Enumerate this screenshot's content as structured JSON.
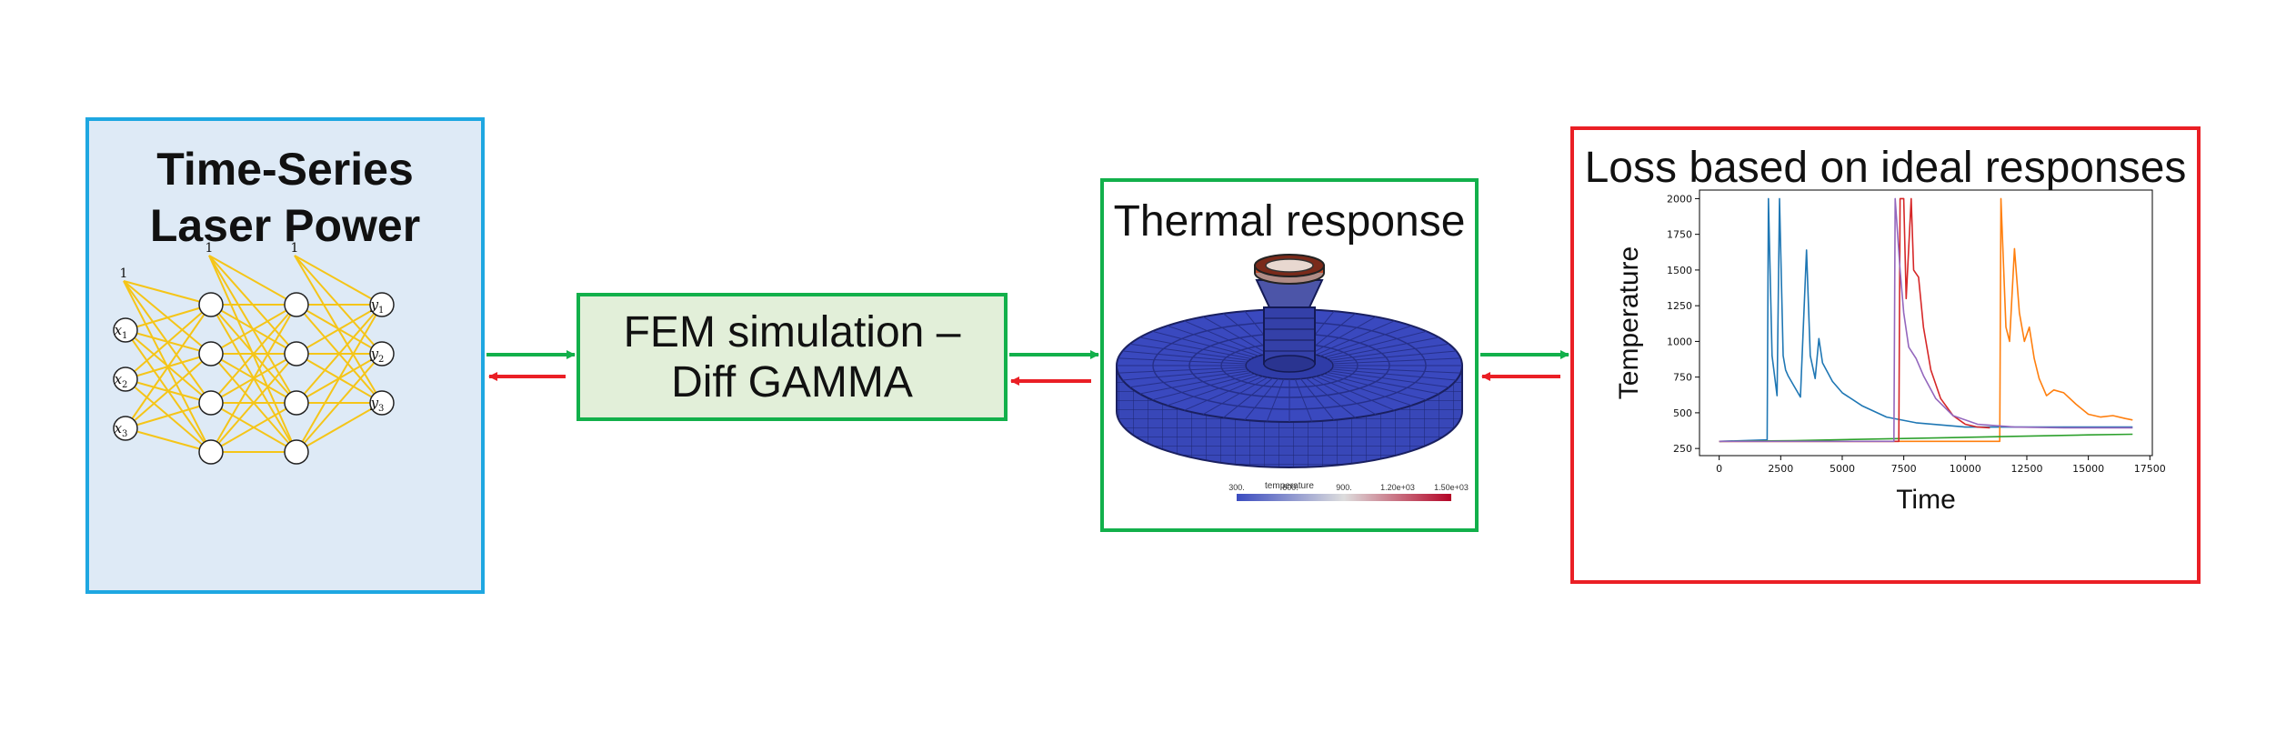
{
  "nn_panel": {
    "title_line1": "Time-Series",
    "title_line2": "Laser Power",
    "bias_label": "1",
    "inputs": [
      "x1",
      "x2",
      "x3"
    ],
    "outputs": [
      "y1",
      "y2",
      "y3"
    ],
    "layers": [
      3,
      4,
      4,
      3
    ],
    "edge_color": "#f5c518"
  },
  "fem_panel": {
    "label": "FEM simulation – Diff GAMMA"
  },
  "thermal_panel": {
    "title": "Thermal response",
    "colorbar_title": "temperature",
    "colorbar_ticks": [
      "300.",
      "600.",
      "900.",
      "1.20e+03",
      "1.50e+03"
    ]
  },
  "loss_panel": {
    "title": "Loss based on ideal responses"
  },
  "arrows": {
    "forward_color": "#12b04b",
    "backward_color": "#ea1f25"
  },
  "chart_data": {
    "type": "line",
    "xlabel": "Time",
    "ylabel": "Temperature",
    "xlim": [
      -800,
      17600
    ],
    "ylim": [
      200,
      2060
    ],
    "xticks": [
      0,
      2500,
      5000,
      7500,
      10000,
      12500,
      15000,
      17500
    ],
    "yticks": [
      250,
      500,
      750,
      1000,
      1250,
      1500,
      1750,
      2000
    ],
    "series": [
      {
        "color": "#1f77b4",
        "points": [
          [
            0,
            300
          ],
          [
            1950,
            310
          ],
          [
            2000,
            2000
          ],
          [
            2150,
            900
          ],
          [
            2350,
            620
          ],
          [
            2450,
            2000
          ],
          [
            2600,
            900
          ],
          [
            2700,
            800
          ],
          [
            2800,
            760
          ],
          [
            3000,
            700
          ],
          [
            3300,
            610
          ],
          [
            3550,
            1640
          ],
          [
            3700,
            900
          ],
          [
            3900,
            740
          ],
          [
            4050,
            1020
          ],
          [
            4200,
            850
          ],
          [
            4600,
            720
          ],
          [
            5000,
            640
          ],
          [
            5800,
            550
          ],
          [
            6800,
            470
          ],
          [
            8000,
            430
          ],
          [
            10000,
            400
          ],
          [
            12000,
            400
          ],
          [
            14000,
            400
          ],
          [
            16800,
            400
          ]
        ]
      },
      {
        "color": "#ff7f0e",
        "points": [
          [
            0,
            300
          ],
          [
            11400,
            300
          ],
          [
            11450,
            2000
          ],
          [
            11650,
            1100
          ],
          [
            11800,
            1000
          ],
          [
            12000,
            1650
          ],
          [
            12200,
            1200
          ],
          [
            12400,
            1000
          ],
          [
            12600,
            1100
          ],
          [
            12800,
            880
          ],
          [
            13000,
            740
          ],
          [
            13300,
            620
          ],
          [
            13600,
            660
          ],
          [
            14000,
            640
          ],
          [
            14500,
            560
          ],
          [
            15000,
            490
          ],
          [
            15500,
            470
          ],
          [
            16000,
            480
          ],
          [
            16500,
            460
          ],
          [
            16800,
            450
          ]
        ]
      },
      {
        "color": "#2ca02c",
        "points": [
          [
            0,
            300
          ],
          [
            3000,
            305
          ],
          [
            6000,
            315
          ],
          [
            9000,
            325
          ],
          [
            12000,
            335
          ],
          [
            15000,
            345
          ],
          [
            16800,
            350
          ]
        ]
      },
      {
        "color": "#d62728",
        "points": [
          [
            0,
            300
          ],
          [
            7300,
            300
          ],
          [
            7350,
            2000
          ],
          [
            7500,
            2000
          ],
          [
            7600,
            1300
          ],
          [
            7800,
            2000
          ],
          [
            7900,
            1500
          ],
          [
            8100,
            1450
          ],
          [
            8300,
            1100
          ],
          [
            8600,
            800
          ],
          [
            9000,
            600
          ],
          [
            9500,
            480
          ],
          [
            10000,
            420
          ],
          [
            10500,
            400
          ],
          [
            11000,
            395
          ]
        ]
      },
      {
        "color": "#9467bd",
        "points": [
          [
            0,
            300
          ],
          [
            7100,
            300
          ],
          [
            7150,
            2000
          ],
          [
            7350,
            1500
          ],
          [
            7500,
            1200
          ],
          [
            7700,
            960
          ],
          [
            8000,
            880
          ],
          [
            8300,
            760
          ],
          [
            8800,
            600
          ],
          [
            9500,
            480
          ],
          [
            10500,
            420
          ],
          [
            12000,
            400
          ],
          [
            14000,
            395
          ],
          [
            16800,
            395
          ]
        ]
      }
    ]
  }
}
